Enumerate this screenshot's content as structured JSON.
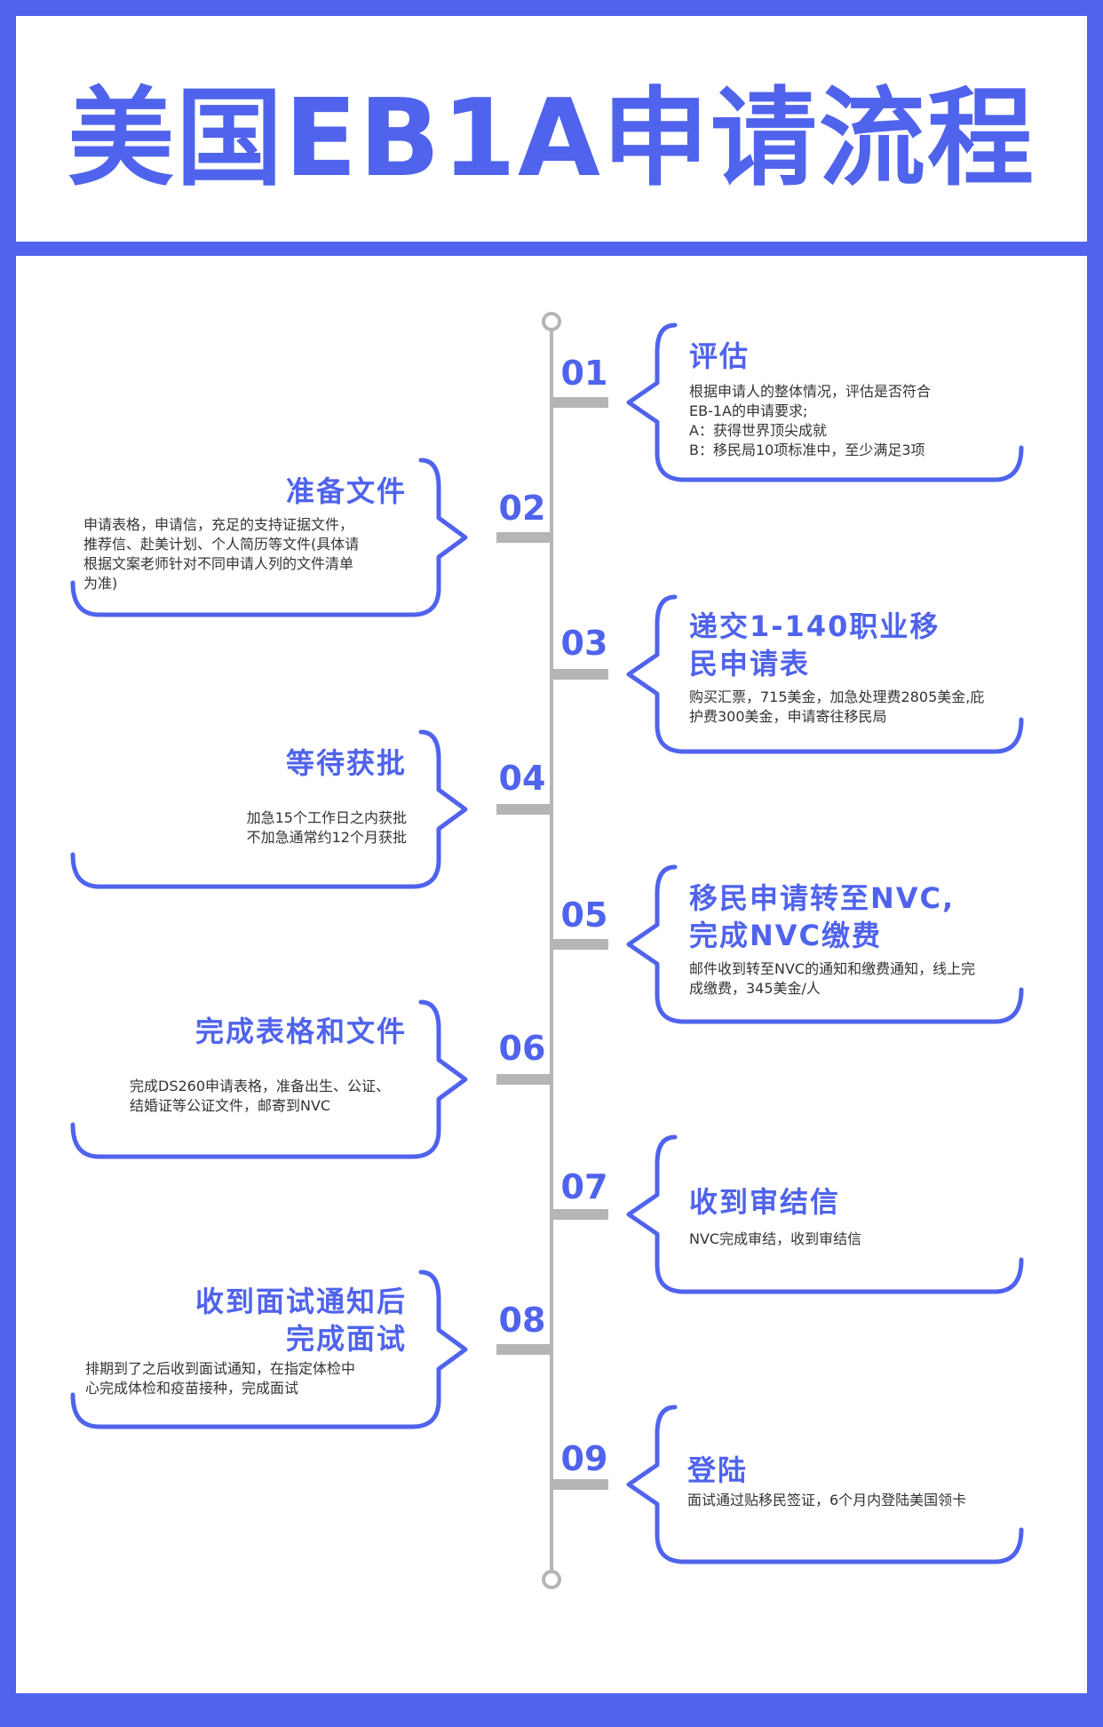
{
  "title": "美国EB1A申请流程",
  "colors": {
    "accent": "#4f63ec",
    "axis": "#b5b5b5",
    "text": "#333333"
  },
  "steps": [
    {
      "num": "01",
      "title": "评估",
      "desc": [
        "根据申请人的整体情况，评估是否符合",
        "EB-1A的申请要求;",
        "A：获得世界顶尖成就",
        "B：移民局10项标准中，至少满足3项"
      ]
    },
    {
      "num": "02",
      "title": "准备文件",
      "desc": [
        "申请表格，申请信，充足的支持证据文件，",
        "推荐信、赴美计划、个人简历等文件(具体请",
        "根据文案老师针对不同申请人列的文件清单",
        "为准)"
      ]
    },
    {
      "num": "03",
      "title": [
        "递交1-140职业移",
        "民申请表"
      ],
      "desc": [
        "购买汇票，715美金，加急处理费2805美金,庇",
        "护费300美金，申请寄往移民局"
      ]
    },
    {
      "num": "04",
      "title": "等待获批",
      "desc": [
        "加急15个工作日之内获批",
        "不加急通常约12个月获批"
      ]
    },
    {
      "num": "05",
      "title": [
        "移民申请转至NVC,",
        "完成NVC缴费"
      ],
      "desc": [
        "邮件收到转至NVC的通知和缴费通知，线上完",
        "成缴费，345美金/人"
      ]
    },
    {
      "num": "06",
      "title": "完成表格和文件",
      "desc": [
        "完成DS260申请表格，准备出生、公证、",
        "结婚证等公证文件，邮寄到NVC"
      ]
    },
    {
      "num": "07",
      "title": "收到审结信",
      "desc": [
        "NVC完成审结，收到审结信"
      ]
    },
    {
      "num": "08",
      "title": [
        "收到面试通知后",
        "完成面试"
      ],
      "desc": [
        "排期到了之后收到面试通知，在指定体检中",
        "心完成体检和疫苗接种，完成面试"
      ]
    },
    {
      "num": "09",
      "title": "登陆",
      "desc": [
        "面试通过贴移民签证，6个月内登陆美国领卡"
      ]
    }
  ]
}
